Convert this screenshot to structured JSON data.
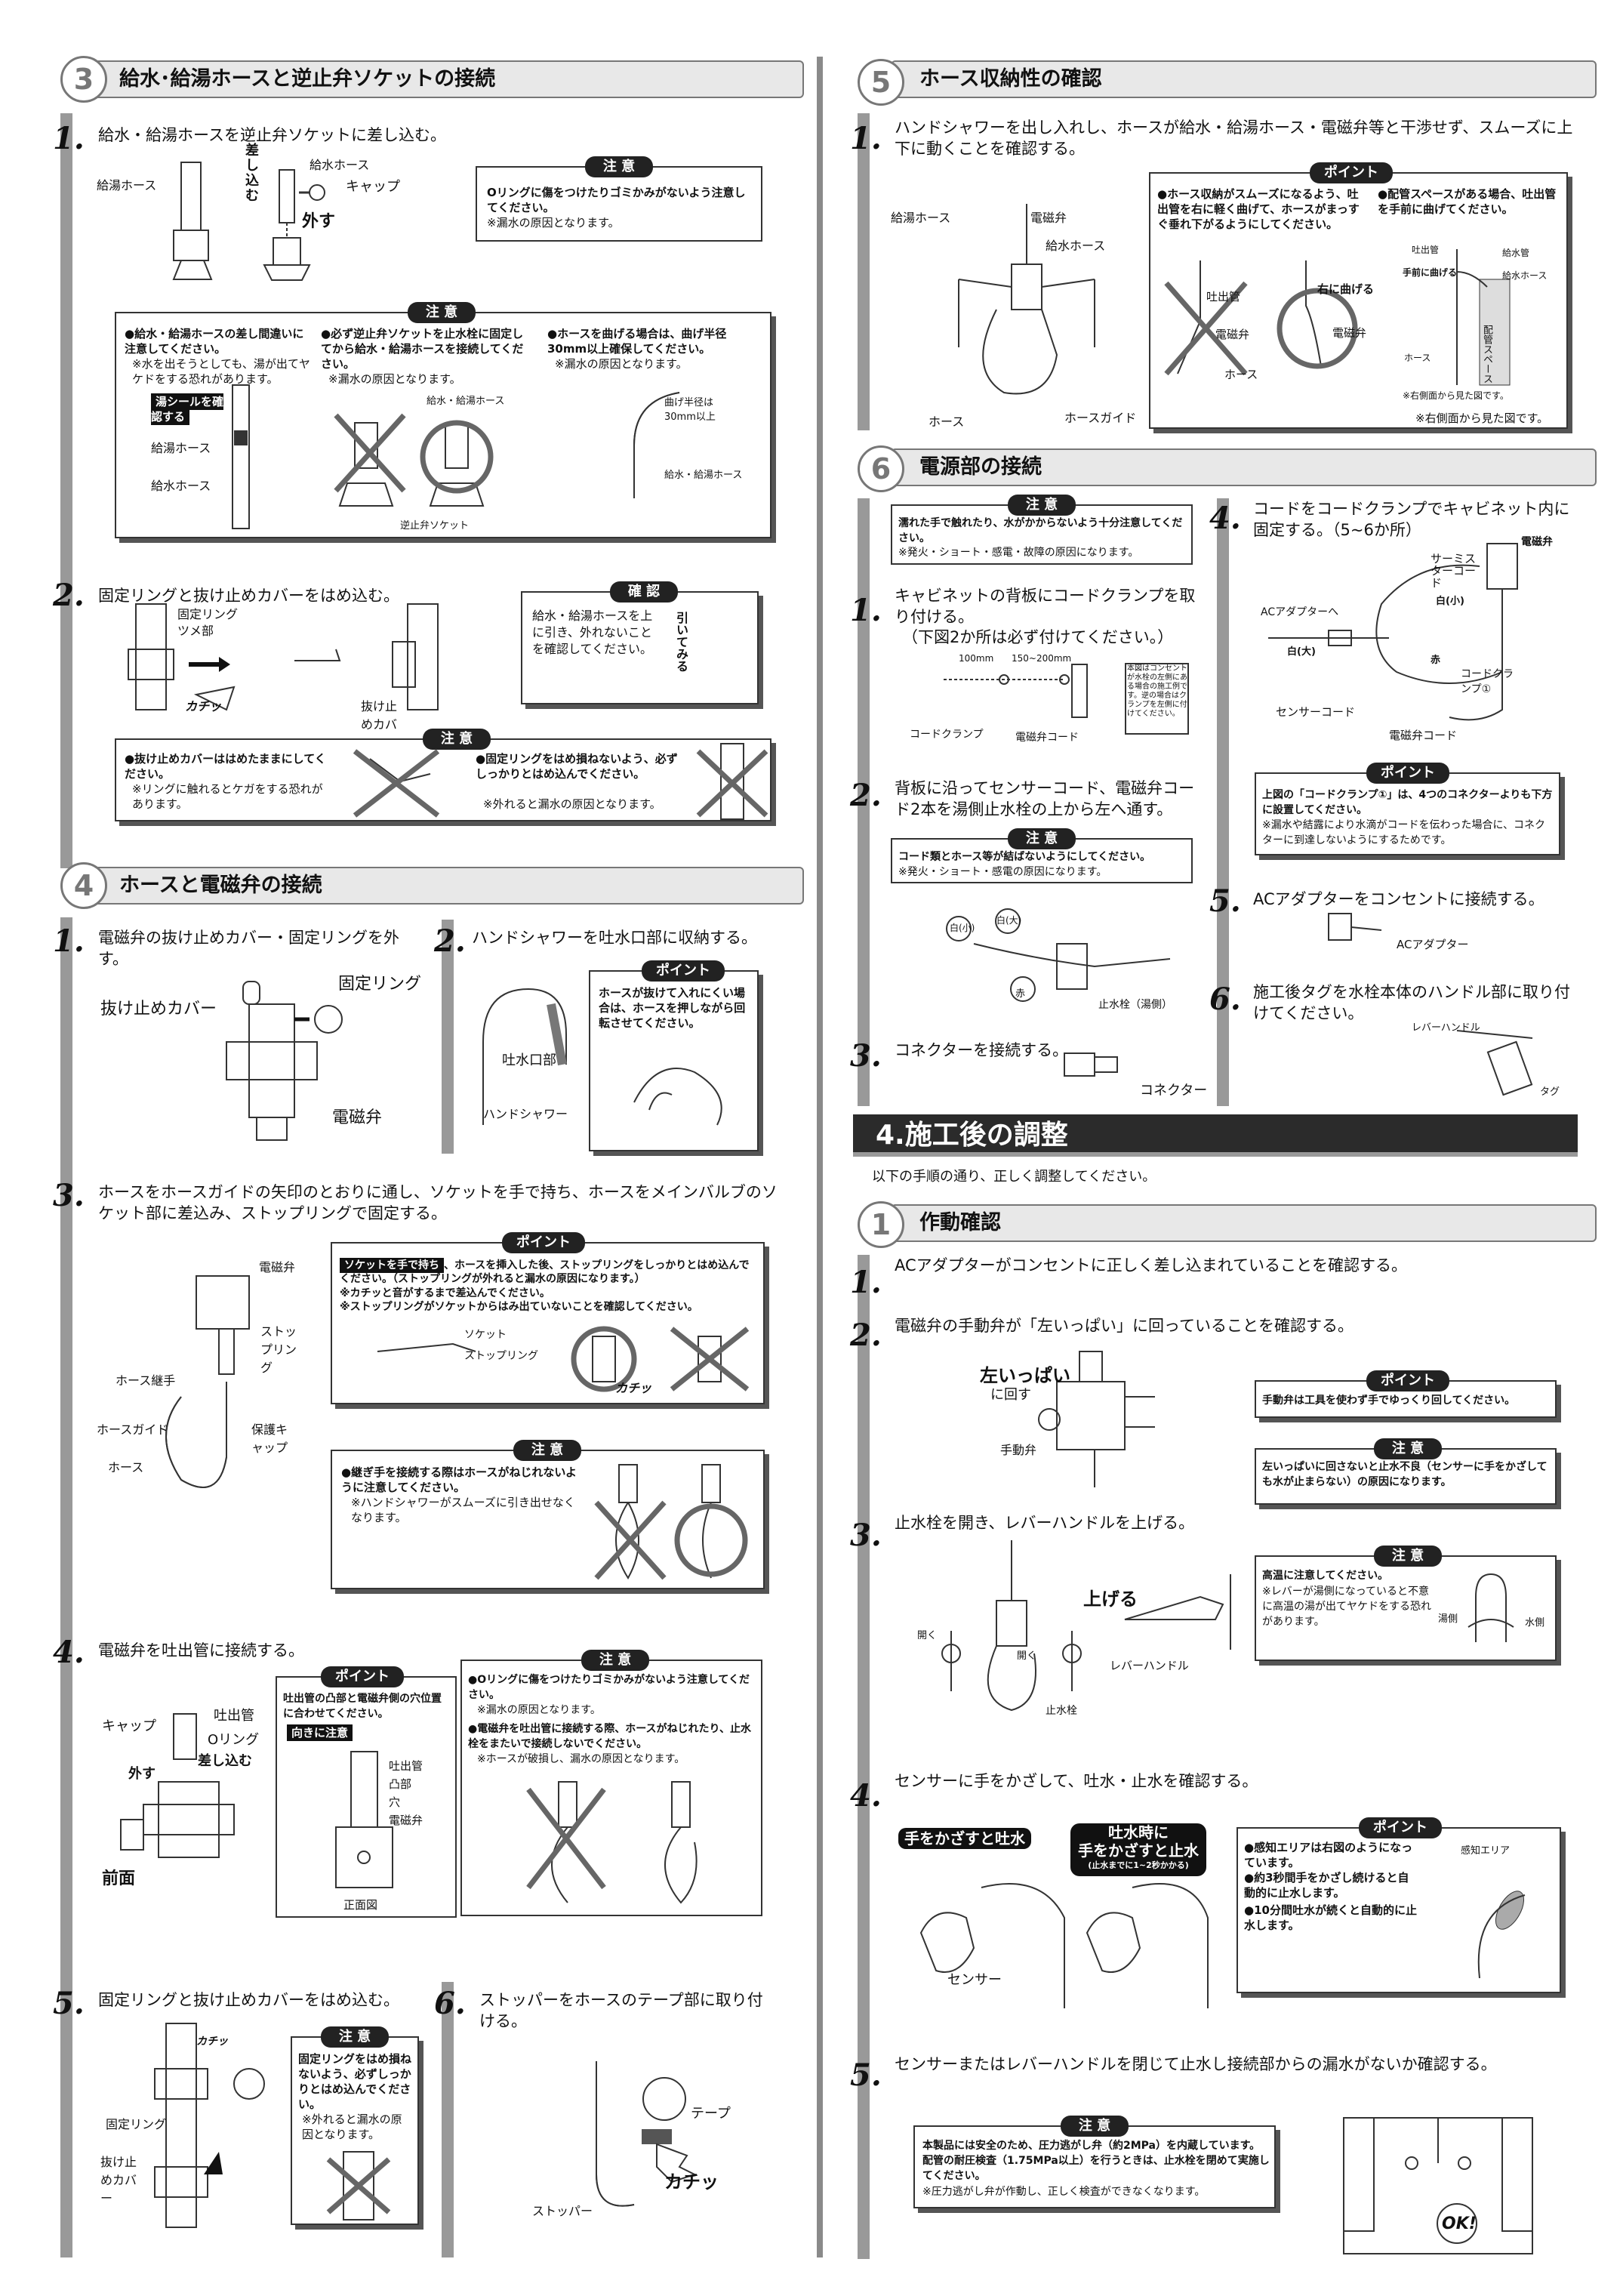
{
  "sec3": {
    "num": "3",
    "title": "給水･給湯ホースと逆止弁ソケットの接続",
    "s1": {
      "n": "1.",
      "text": "給水・給湯ホースを逆止弁ソケットに差し込む。",
      "lbl_kyuto": "給湯ホース",
      "lbl_sashikomu": "差し込む",
      "lbl_kyusui": "給水ホース",
      "lbl_cap": "キャップ",
      "lbl_hazusu": "外す",
      "caution_title": "注 意",
      "caution_text": "Oリングに傷をつけたりゴミかみがないよう注意してください。",
      "caution_note": "※漏水の原因となります。"
    },
    "caution2": {
      "title": "注 意",
      "c1": "●給水・給湯ホースの差し間違いに注意してください。",
      "c1n": "※水を出そうとしても、湯が出てヤケドをする恐れがあります。",
      "c1tag": "湯シールを確認する",
      "c1a": "給湯ホース",
      "c1b": "給水ホース",
      "c2": "●必ず逆止弁ソケットを止水栓に固定してから給水・給湯ホースを接続してください。",
      "c2n": "※漏水の原因となります。",
      "c2a": "給水・給湯ホース",
      "c2b": "逆止弁ソケット",
      "c3": "●ホースを曲げる場合は、曲げ半径30mm以上確保してください。",
      "c3n": "※漏水の原因となります。",
      "c3a": "曲げ半径は30mm以上",
      "c3b": "給水・給湯ホース"
    },
    "s2": {
      "n": "2.",
      "text": "固定リングと抜け止めカバーをはめ込む。",
      "lbl_ring": "固定リング",
      "lbl_tsume": "ツメ部",
      "lbl_kachi": "カチッ",
      "lbl_cover": "抜け止めカバー",
      "check_title": "確 認",
      "check_text": "給水・給湯ホースを上に引き、外れないことを確認してください。",
      "lbl_hiku": "引いてみる"
    },
    "caution3": {
      "title": "注 意",
      "c1": "●抜け止めカバーははめたままにしてください。",
      "c1n": "※リングに触れるとケガをする恐れがあります。",
      "c2": "●固定リングをはめ損ねないよう、必ずしっかりとはめ込んでください。",
      "c2n": "※外れると漏水の原因となります。"
    }
  },
  "sec4": {
    "num": "4",
    "title": "ホースと電磁弁の接続",
    "s1": {
      "n": "1.",
      "text": "電磁弁の抜け止めカバー・固定リングを外す。",
      "lbl_ring": "固定リング",
      "lbl_cover": "抜け止めカバー",
      "lbl_valve": "電磁弁"
    },
    "s2": {
      "n": "2.",
      "text": "ハンドシャワーを吐水口部に収納する。",
      "point_title": "ポイント",
      "point_text": "ホースが抜けて入れにくい場合は、ホースを押しながら回転させてください。",
      "lbl_spout": "吐水口部",
      "lbl_shower": "ハンドシャワー"
    },
    "s3": {
      "n": "3.",
      "text": "ホースをホースガイドの矢印のとおりに通し、ソケットを手で持ち、ホースをメインバルブのソケット部に差込み、ストップリングで固定する。",
      "lbl_valve": "電磁弁",
      "lbl_stop": "ストップリング",
      "lbl_joint": "ホース継手",
      "lbl_guide": "ホースガイド",
      "lbl_hose": "ホース",
      "lbl_protect": "保護キャップ",
      "point_title": "ポイント",
      "point_tag": "ソケットを手で持ち",
      "point_text": "、ホースを挿入した後、ストップリングをしっかりとはめ込んでください。（ストップリングが外れると漏水の原因になります。）",
      "point_n1": "※カチッと音がするまで差込んでください。",
      "point_n2": "※ストップリングがソケットからはみ出ていないことを確認してください。",
      "lbl_socket": "ソケット",
      "lbl_stopring": "ストップリング",
      "lbl_kachi": "カチッ",
      "caution_title": "注 意",
      "caution_text": "●継ぎ手を接続する際はホースがねじれないように注意してください。",
      "caution_note": "※ハンドシャワーがスムーズに引き出せなくなります。"
    },
    "s4": {
      "n": "4.",
      "text": "電磁弁を吐出管に接続する。",
      "lbl_cap": "キャップ",
      "lbl_pipe": "吐出管",
      "lbl_oring": "Oリング",
      "lbl_sashikomu": "差し込む",
      "lbl_hazusu": "外す",
      "lbl_front": "前面",
      "point_title": "ポイント",
      "point_text": "吐出管の凸部と電磁弁側の穴位置に合わせてください。",
      "point_tag": "向きに注意",
      "lbl_pipe2": "吐出管",
      "lbl_totsu": "凸部",
      "lbl_ana": "穴",
      "lbl_valve": "電磁弁",
      "lbl_shomen": "正面図",
      "caution_title": "注 意",
      "c1": "●Oリングに傷をつけたりゴミかみがないよう注意してください。",
      "c1n": "※漏水の原因となります。",
      "c2": "●電磁弁を吐出管に接続する際、ホースがねじれたり、止水栓をまたいで接続しないでください。",
      "c2n": "※ホースが破損し、漏水の原因となります。"
    },
    "s5": {
      "n": "5.",
      "text": "固定リングと抜け止めカバーをはめ込む。",
      "lbl_kachi": "カチッ",
      "lbl_ring": "固定リング",
      "lbl_cover": "抜け止めカバー",
      "caution_title": "注 意",
      "caution_text": "固定リングをはめ損ねないよう、必ずしっかりとはめ込んでください。",
      "caution_note": "※外れると漏水の原因となります。"
    },
    "s6": {
      "n": "6.",
      "text": "ストッパーをホースのテープ部に取り付ける。",
      "lbl_tape": "テープ",
      "lbl_kachi": "カチッ",
      "lbl_stopper": "ストッパー"
    }
  },
  "sec5": {
    "num": "5",
    "title": "ホース収納性の確認",
    "s1": {
      "n": "1.",
      "text": "ハンドシャワーを出し入れし、ホースが給水・給湯ホース・電磁弁等と干渉せず、スムーズに上下に動くことを確認する。",
      "lbl_kyuto": "給湯ホース",
      "lbl_valve": "電磁弁",
      "lbl_kyusui": "給水ホース",
      "lbl_hose": "ホース",
      "lbl_guide": "ホースガイド",
      "point_title": "ポイント",
      "p1": "●ホース収納がスムーズになるよう、吐出管を右に軽く曲げて、ホースがまっすぐ垂れ下がるようにしてください。",
      "p2": "●配管スペースがある場合、吐出管を手前に曲げてください。",
      "lbl_tosyutsu": "吐出管",
      "lbl_migi": "右に曲げる",
      "lbl_valve2": "電磁弁",
      "lbl_hose2": "ホース",
      "lbl_pipe3": "吐出管",
      "lbl_temae": "手前に曲げる",
      "lbl_kyusui2": "給水管",
      "lbl_kyusuihose": "給水ホース",
      "lbl_space": "配管スペース",
      "lbl_hose3": "ホース",
      "lbl_side1": "※右側面から見た図です。",
      "lbl_side2": "※右側面から見た図です。"
    }
  },
  "sec6": {
    "num": "6",
    "title": "電源部の接続",
    "caution_title": "注 意",
    "caution_text": "濡れた手で触れたり、水がかからないよう十分注意してください。",
    "caution_note": "※発火・ショート・感電・故障の原因になります。",
    "s1": {
      "n": "1.",
      "text": "キャビネットの背板にコードクランプを取り付ける。",
      "text2": "（下図2か所は必ず付けてください。）",
      "lbl_100": "100mm",
      "lbl_150": "150~200mm",
      "lbl_clamp": "コードクランプ",
      "lbl_valvecord": "電磁弁コード",
      "lbl_note": "本図はコンセントが水栓の左側にある場合の施工例です。逆の場合はクランプを左側に付けてください。"
    },
    "s2": {
      "n": "2.",
      "text": "背板に沿ってセンサーコード、電磁弁コード2本を湯側止水栓の上から左へ通す。",
      "caution_title": "注 意",
      "caution_text": "コード類とホース等が結ばないようにしてください。",
      "caution_note": "※発火・ショート・感電の原因になります。",
      "lbl_shiro1": "白(小)",
      "lbl_shiro2": "白(大)",
      "lbl_aka": "赤",
      "lbl_valve": "止水栓（湯側）"
    },
    "s3": {
      "n": "3.",
      "text": "コネクターを接続する。",
      "lbl_conn": "コネクター"
    },
    "s4": {
      "n": "4.",
      "text": "コードをコードクランプでキャビネット内に固定する。（5~6か所）",
      "lbl_valve": "電磁弁",
      "lbl_thermistor": "サーミスターコード",
      "lbl_shiro_s": "白(小)",
      "lbl_ac": "ACアダプターへ",
      "lbl_shiro_l": "白(大)",
      "lbl_aka": "赤",
      "lbl_clamp1": "コードクランプ①",
      "lbl_sensor": "センサーコード",
      "lbl_valvecord": "電磁弁コード",
      "point_title": "ポイント",
      "point_text": "上図の「コードクランプ①」は、4つのコネクターよりも下方に設置してください。",
      "point_note": "※漏水や結露により水滴がコードを伝わった場合に、コネクターに到達しないようにするためです。"
    },
    "s5": {
      "n": "5.",
      "text": "ACアダプターをコンセントに接続する。",
      "lbl_ac": "ACアダプター"
    },
    "s6": {
      "n": "6.",
      "text": "施工後タグを水栓本体のハンドル部に取り付けてください。",
      "lbl_lever": "レバーハンドル",
      "lbl_tag": "タグ"
    }
  },
  "chapter4": {
    "title": "4.施工後の調整",
    "intro": "以下の手順の通り、正しく調整してください。",
    "sub": {
      "num": "1",
      "title": "作動確認"
    },
    "s1": {
      "n": "1.",
      "text": "ACアダプターがコンセントに正しく差し込まれていることを確認する。"
    },
    "s2": {
      "n": "2.",
      "text": "電磁弁の手動弁が「左いっぱい」に回っていることを確認する。",
      "lbl_left": "左いっぱい",
      "lbl_turn": "に回す",
      "lbl_manual": "手動弁",
      "point_title": "ポイント",
      "point_text": "手動弁は工具を使わず手でゆっくり回してください。",
      "caution_title": "注 意",
      "caution_text": "左いっぱいに回さないと止水不良（センサーに手をかざしても水が止まらない）の原因になります。"
    },
    "s3": {
      "n": "3.",
      "text": "止水栓を開き、レバーハンドルを上げる。",
      "lbl_open1": "開く",
      "lbl_open2": "開く",
      "lbl_valve": "止水栓",
      "lbl_up": "上げる",
      "lbl_lever": "レバーハンドル",
      "caution_title": "注 意",
      "caution_text": "高温に注意してください。",
      "caution_note": "※レバーが湯側になっていると不意に高温の湯が出てヤケドをする恐れがあります。",
      "lbl_hot": "湯側",
      "lbl_cold": "水側"
    },
    "s4": {
      "n": "4.",
      "text": "センサーに手をかざして、吐水・止水を確認する。",
      "tag1": "手をかざすと吐水",
      "tag2a": "吐水時に",
      "tag2b": "手をかざすと止水",
      "tag2c": "(止水までに1~2秒かかる)",
      "lbl_sensor": "センサー",
      "point_title": "ポイント",
      "p1": "●感知エリアは右図のようになっています。",
      "p2": "●約3秒間手をかざし続けると自動的に止水します。",
      "p3": "●10分間吐水が続くと自動的に止水します。",
      "lbl_area": "感知エリア"
    },
    "s5": {
      "n": "5.",
      "text": "センサーまたはレバーハンドルを閉じて止水し接続部からの漏水がないか確認する。",
      "caution_title": "注 意",
      "caution_text": "本製品には安全のため、圧力逃がし弁（約2MPa）を内蔵しています。配管の耐圧検査（1.75MPa以上）を行うときは、止水栓を閉めて実施してください。",
      "caution_note": "※圧力逃がし弁が作動し、正しく検査ができなくなります。",
      "lbl_ok": "OK!"
    }
  }
}
